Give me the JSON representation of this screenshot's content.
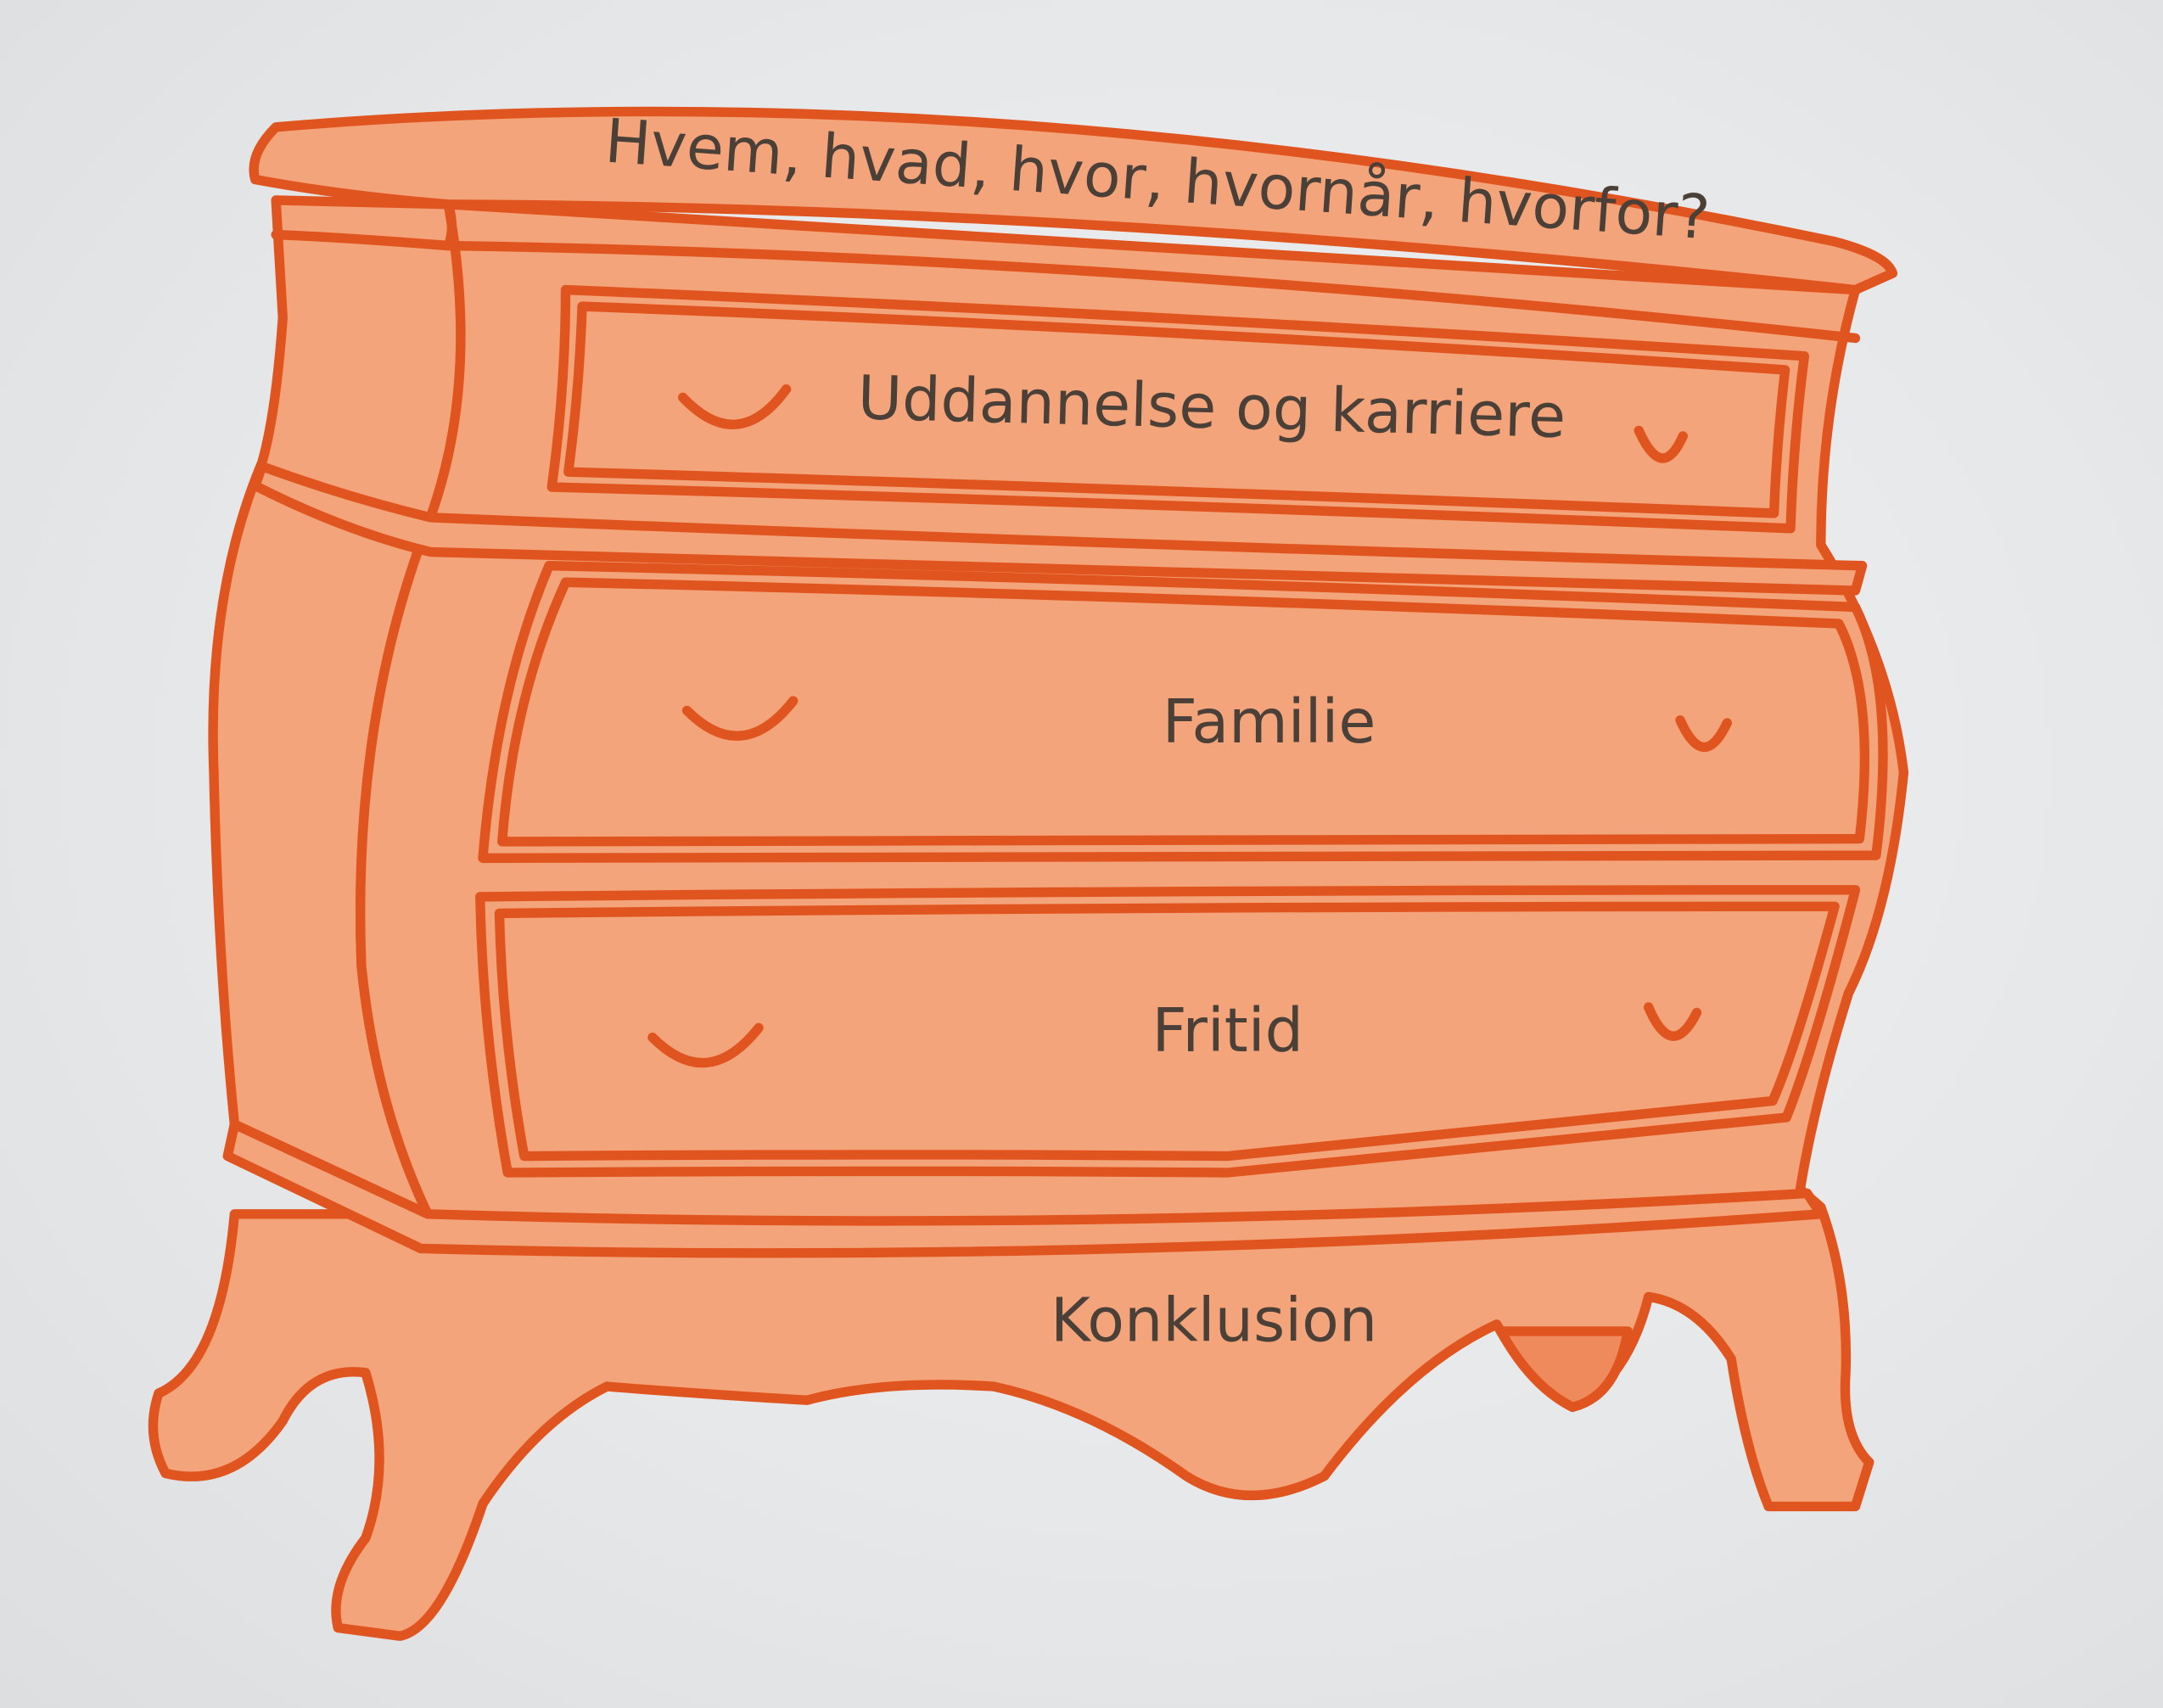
{
  "labels": {
    "top": "Hvem, hvad, hvor, hvornår, hvorfor?",
    "drawer_1": "Uddannelse og karriere",
    "drawer_2": "Familie",
    "drawer_3": "Fritid",
    "base": "Konklusion"
  },
  "colors": {
    "fill": "#f4a47a",
    "outline": "#e0551f",
    "text": "#4a4038",
    "background": "#e6e8ea"
  }
}
